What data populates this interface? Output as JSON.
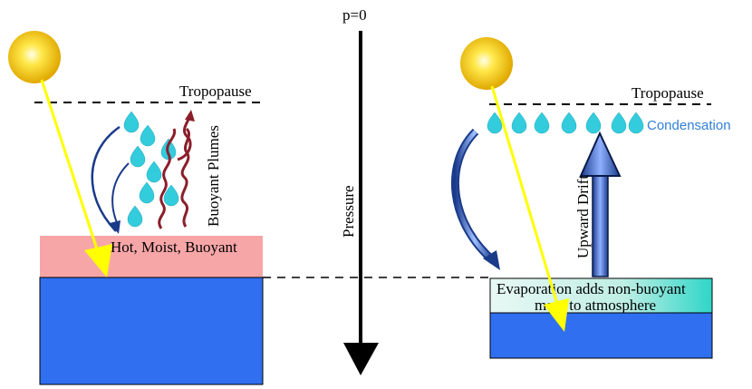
{
  "labels": {
    "pressure_top": "p=0",
    "pressure_axis": "Pressure",
    "tropopause_left": "Tropopause",
    "tropopause_right": "Tropopause",
    "buoyant_plumes": "Buoyant Plumes",
    "hot_layer": "Hot, Moist, Buoyant",
    "condensation": "Condensation",
    "upward_drift": "Upward Drift",
    "evaporation_line1": "Evaporation adds non-buoyant",
    "evaporation_line2": "mass to atmosphere"
  },
  "colors": {
    "sun": "#f2c200",
    "sunray": "#ffff00",
    "ocean": "#2f6ff0",
    "hot_layer": "#f7a6a8",
    "evap_layer": "#bfe8e0",
    "droplet": "#33ccdd",
    "plume": "#8b1e2b",
    "condensation_text": "#2f7fd6",
    "drift_arrow": "#2b4fb0"
  },
  "icons": [
    "sun-icon",
    "droplet-icon",
    "down-arrow-icon",
    "up-arrow-icon"
  ]
}
